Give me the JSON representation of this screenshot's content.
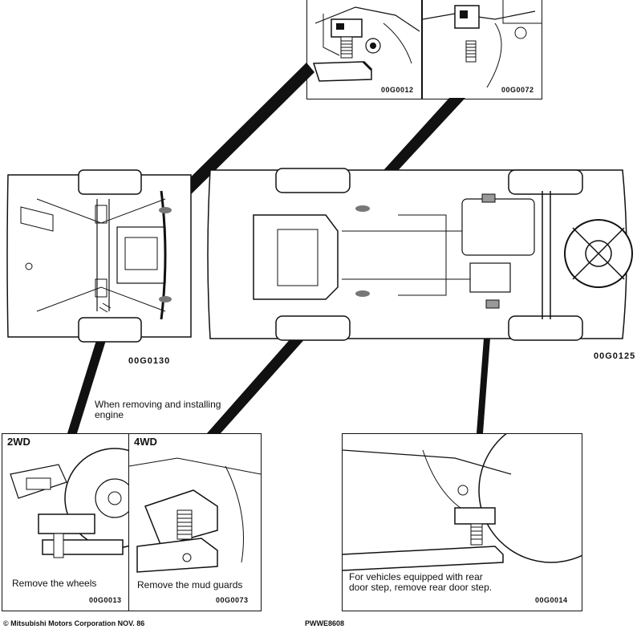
{
  "top_insets": [
    {
      "code": "00G0012"
    },
    {
      "code": "00G0072"
    }
  ],
  "underbody": {
    "front_code": "00G0130",
    "rear_code": "00G0125"
  },
  "engine_note": "When removing and installing engine",
  "bottom_insets": [
    {
      "header": "2WD",
      "caption": "Remove the wheels",
      "code": "00G0013"
    },
    {
      "header": "4WD",
      "caption": "Remove the mud guards",
      "code": "00G0073"
    },
    {
      "header": "",
      "caption": "For vehicles equipped with rear door step, remove rear door step.",
      "code": "00G0014"
    }
  ],
  "footer": {
    "copyright": "© Mitsubishi Motors Corporation   NOV. 86",
    "doc_code": "PWWE8608"
  }
}
